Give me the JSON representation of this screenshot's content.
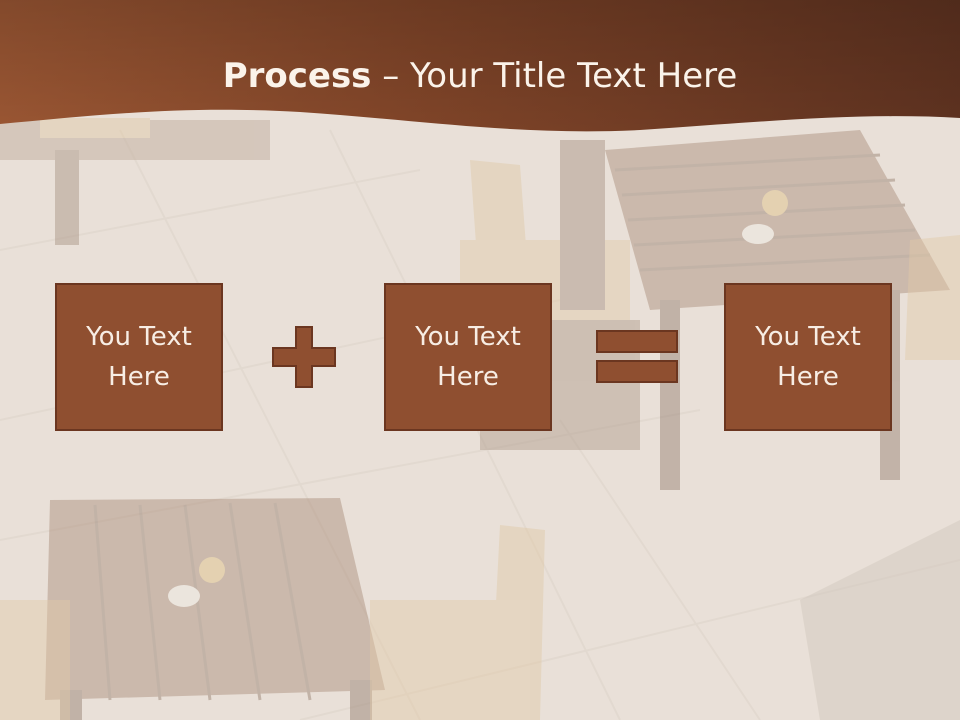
{
  "slide": {
    "title_bold": "Process",
    "title_rest": " – Your Title Text Here",
    "boxes": [
      {
        "text": "You Text Here"
      },
      {
        "text": "You Text Here"
      },
      {
        "text": "You Text Here"
      }
    ],
    "operators": [
      "plus-icon",
      "equals-icon"
    ],
    "colors": {
      "title_band": "#7a4027",
      "box_fill": "#8f4f30",
      "box_border": "#6b3620",
      "text_light": "#fbf3ea",
      "background": "#e6ddd5"
    }
  }
}
